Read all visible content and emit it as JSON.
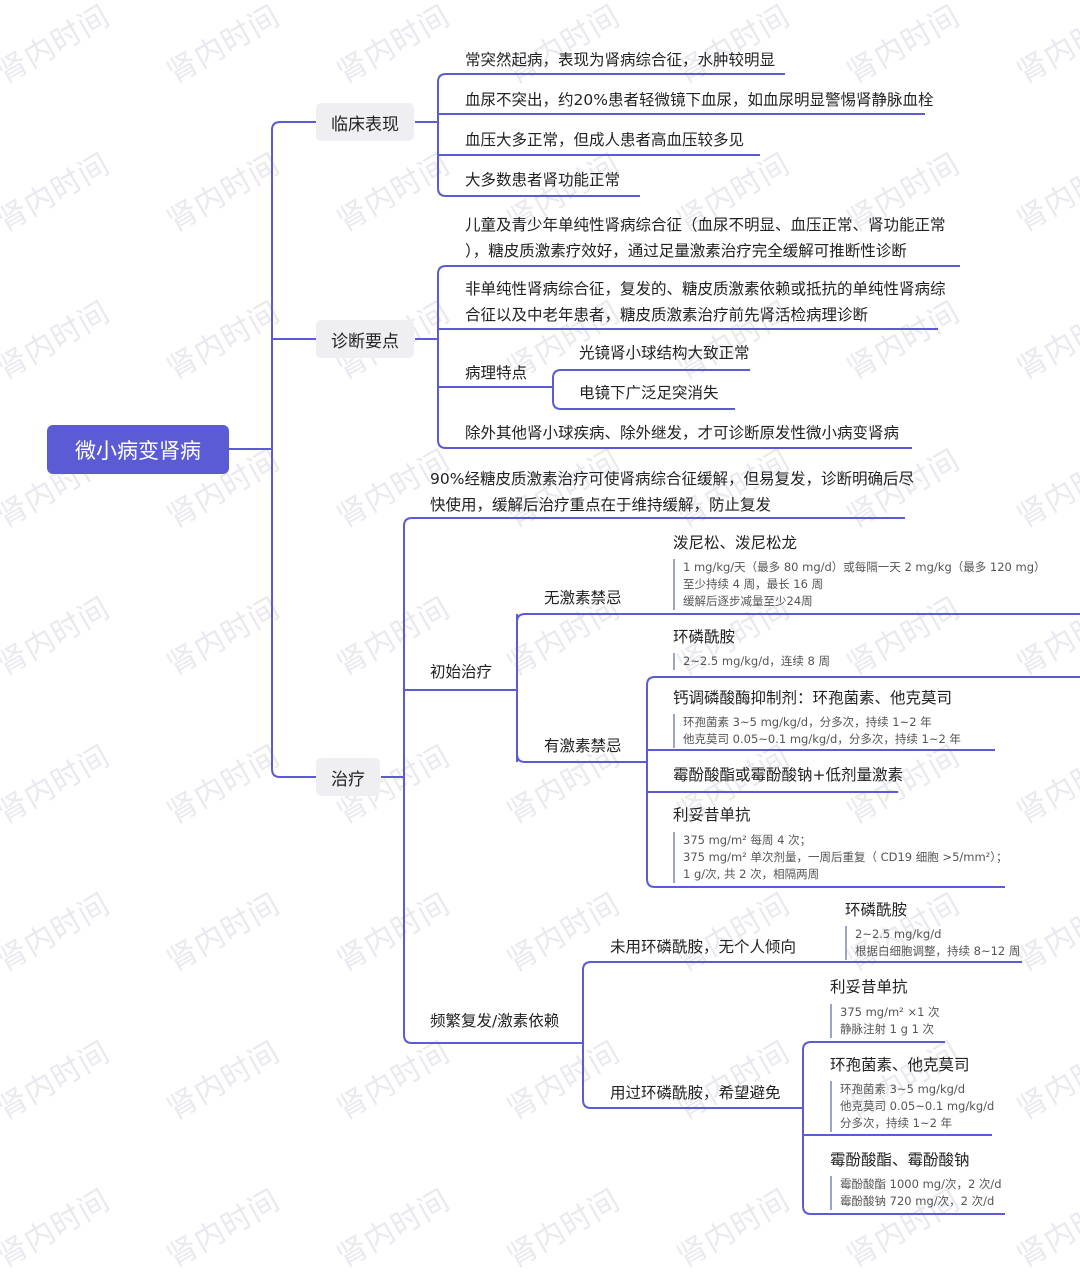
{
  "watermark": "肾内时间",
  "root": "微小病变肾病",
  "clinical": {
    "title": "临床表现",
    "items": [
      "常突然起病，表现为肾病综合征，水肿较明显",
      "血尿不突出，约20%患者轻微镜下血尿，如血尿明显警惕肾静脉血栓",
      "血压大多正常，但成人患者高血压较多见",
      "大多数患者肾功能正常"
    ]
  },
  "diagnosis": {
    "title": "诊断要点",
    "item1": [
      "儿童及青少年单纯性肾病综合征（血尿不明显、血压正常、肾功能正常",
      "），糖皮质激素疗效好，通过足量激素治疗完全缓解可推断性诊断"
    ],
    "item2": [
      "非单纯性肾病综合征，复发的、糖皮质激素依赖或抵抗的单纯性肾病综",
      "合征以及中老年患者，糖皮质激素治疗前先肾活检病理诊断"
    ],
    "pathology": {
      "title": "病理特点",
      "items": [
        "光镜肾小球结构大致正常",
        "电镜下广泛足突消失"
      ]
    },
    "item4": "除外其他肾小球疾病、除外继发，才可诊断原发性微小病变肾病"
  },
  "treatment": {
    "title": "治疗",
    "intro": [
      "90%经糖皮质激素治疗可使肾病综合征缓解，但易复发，诊断明确后尽",
      "快使用，缓解后治疗重点在于维持缓解，防止复发"
    ],
    "initial": {
      "title": "初始治疗",
      "no_contra": {
        "title": "无激素禁忌",
        "drug": "泼尼松、泼尼松龙",
        "notes": [
          "1 mg/kg/天（最多 80 mg/d）或每隔一天 2 mg/kg（最多 120 mg）",
          "至少持续 4 周，最长 16 周",
          "缓解后逐步减量至少24周"
        ]
      },
      "contra": {
        "title": "有激素禁忌",
        "drugs": [
          {
            "name": "环磷酰胺",
            "notes": [
              "2~2.5 mg/kg/d，连续 8 周"
            ]
          },
          {
            "name": "钙调磷酸酶抑制剂：环孢菌素、他克莫司",
            "notes": [
              "环孢菌素 3~5 mg/kg/d，分多次，持续 1~2 年",
              "他克莫司 0.05~0.1 mg/kg/d，分多次，持续 1~2 年"
            ]
          },
          {
            "name": "霉酚酸酯或霉酚酸钠+低剂量激素",
            "notes": []
          },
          {
            "name": "利妥昔单抗",
            "notes": [
              "375 mg/m²   每周 4 次；",
              "375 mg/m²  单次剂量，一周后重复（ CD19 细胞 >5/mm²）；",
              "1 g/次, 共 2 次，相隔两周"
            ]
          }
        ]
      }
    },
    "relapse": {
      "title": "频繁复发/激素依赖",
      "no_cyc": {
        "title": "未用环磷酰胺，无个人倾向",
        "drug": "环磷酰胺",
        "notes": [
          "2~2.5 mg/kg/d",
          "根据白细胞调整，持续 8~12 周"
        ]
      },
      "used_cyc": {
        "title": "用过环磷酰胺，希望避免",
        "drugs": [
          {
            "name": "利妥昔单抗",
            "notes": [
              "375 mg/m² ×1 次",
              "静脉注射 1 g 1 次"
            ]
          },
          {
            "name": "环孢菌素、他克莫司",
            "notes": [
              "环孢菌素 3~5 mg/kg/d",
              "他克莫司 0.05~0.1 mg/kg/d",
              "分多次，持续 1~2 年"
            ]
          },
          {
            "name": "霉酚酸酯、霉酚酸钠",
            "notes": [
              "霉酚酸酯 1000 mg/次，2 次/d",
              "霉酚酸钠 720 mg/次，2 次/d"
            ]
          }
        ]
      }
    }
  }
}
